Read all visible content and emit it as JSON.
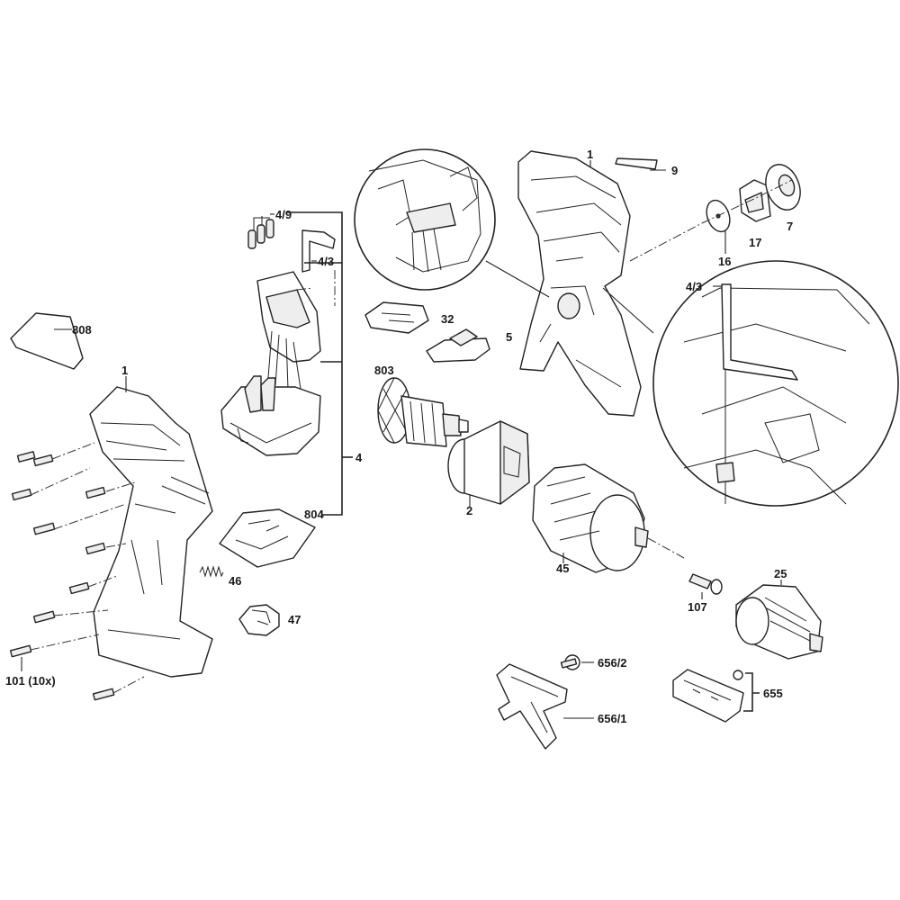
{
  "diagram": {
    "labels": {
      "p808": "808",
      "p1_left": "1",
      "p1_right": "1",
      "p4_9": "4/9",
      "p4_3a": "4/3",
      "p4_3b": "4/3",
      "p4": "4",
      "p804": "804",
      "p46": "46",
      "p47": "47",
      "p101": "101 (10x)",
      "p32": "32",
      "p5": "5",
      "p803": "803",
      "p2": "2",
      "p45": "45",
      "p9": "9",
      "p16": "16",
      "p17": "17",
      "p7": "7",
      "p107": "107",
      "p25": "25",
      "p656_2": "656/2",
      "p656_1": "656/1",
      "p655": "655"
    }
  }
}
